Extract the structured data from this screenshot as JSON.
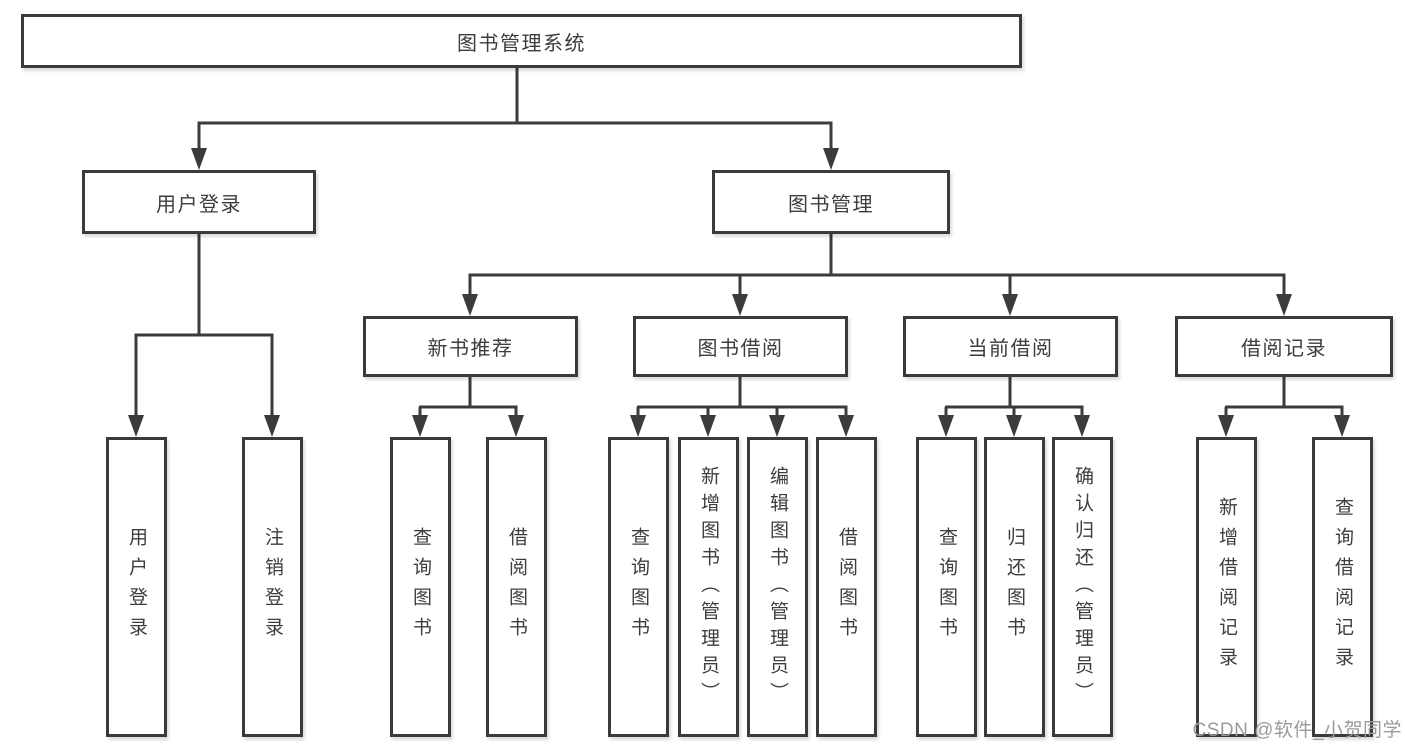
{
  "diagram": {
    "root": "图书管理系统",
    "branches": {
      "user_login": "用户登录",
      "book_management": "图书管理"
    },
    "modules": {
      "new_book_recommend": "新书推荐",
      "book_borrow": "图书借阅",
      "current_borrow": "当前借阅",
      "borrow_records": "借阅记录"
    },
    "leaves": {
      "user_login_1": "用户登录",
      "user_login_2": "注销登录",
      "recommend_1": "查询图书",
      "recommend_2": "借阅图书",
      "borrow_1": "查询图书",
      "borrow_2": "新增图书（管理员）",
      "borrow_3": "编辑图书（管理员）",
      "borrow_4": "借阅图书",
      "current_1": "查询图书",
      "current_2": "归还图书",
      "current_3": "确认归还（管理员）",
      "records_1": "新增借阅记录",
      "records_2": "查询借阅记录"
    }
  },
  "watermark": "CSDN @软件_小贺同学",
  "colors": {
    "line": "#3b3b3b",
    "text": "#3d3d3d",
    "watermark": "#9b9b9b",
    "background": "#ffffff"
  }
}
